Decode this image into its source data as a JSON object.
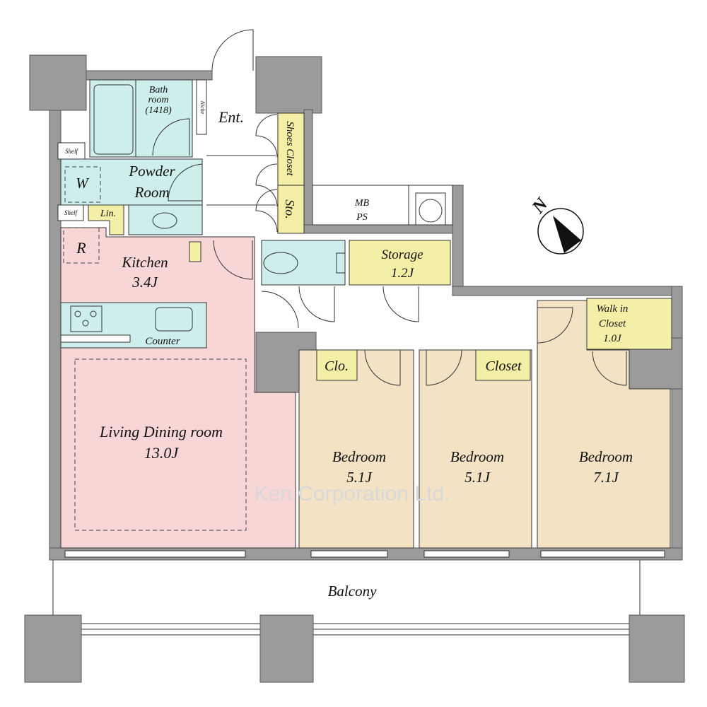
{
  "rooms": {
    "bath": [
      "Bath",
      "room",
      "(1418)"
    ],
    "niche": "Niche",
    "entrance": "Ent.",
    "shoes_closet": "Shoes Closet",
    "storage_small": "Sto.",
    "powder": [
      "Powder",
      "Room"
    ],
    "washer": "W",
    "shelf_top": "Shelf",
    "shelf_bottom": "Shelf",
    "linen": "Lin.",
    "mbps": [
      "MB",
      "PS"
    ],
    "fridge": "R",
    "kitchen": [
      "Kitchen",
      "3.4J"
    ],
    "counter": "Counter",
    "storage": [
      "Storage",
      "1.2J"
    ],
    "living": [
      "Living Dining room",
      "13.0J"
    ],
    "closet1": "Clo.",
    "closet2": "Closet",
    "walkin": [
      "Walk in",
      "Closet",
      "1.0J"
    ],
    "bedroom1": [
      "Bedroom",
      "5.1J"
    ],
    "bedroom2": [
      "Bedroom",
      "5.1J"
    ],
    "bedroom3": [
      "Bedroom",
      "7.1J"
    ],
    "balcony": "Balcony"
  },
  "compass": {
    "label": "N",
    "icon": "north-arrow-icon"
  },
  "watermark": "Ken Corporation Ltd.",
  "colors": {
    "living": "#f9d6d6",
    "bedroom": "#f3e3c4",
    "wet": "#cdeeea",
    "storage": "#f4efa6",
    "wall": "#9b9b9b"
  }
}
